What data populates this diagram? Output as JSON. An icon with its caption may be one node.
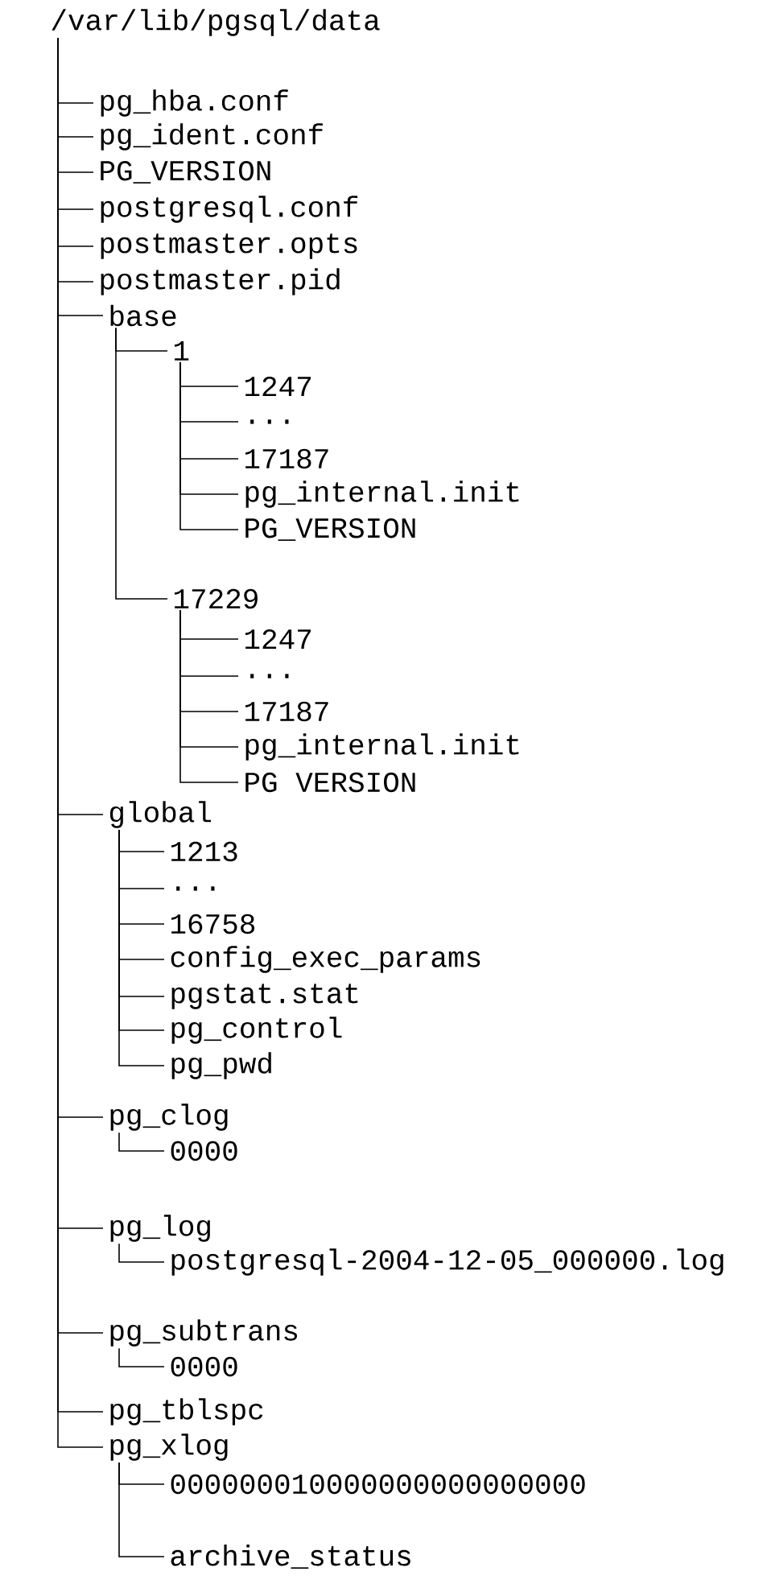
{
  "diagram": {
    "nodes": [
      {
        "text": [
          "/var/lib/pgsql/data"
        ]
      },
      {
        "text": [
          "pg_hba.conf"
        ]
      },
      {
        "text": [
          "pg_ident.conf"
        ]
      },
      {
        "text": [
          "PG_VERSION"
        ]
      },
      {
        "text": [
          "postgresql.conf"
        ]
      },
      {
        "text": [
          "postmaster.opts"
        ]
      },
      {
        "text": [
          "postmaster.pid"
        ]
      },
      {
        "text": [
          "base"
        ]
      },
      {
        "text": [
          "1"
        ]
      },
      {
        "text": [
          "1247"
        ]
      },
      {
        "text": [
          "..."
        ]
      },
      {
        "text": [
          "17187"
        ]
      },
      {
        "text": [
          "pg_internal.init"
        ]
      },
      {
        "text": [
          "PG_VERSION"
        ]
      },
      {
        "text": [
          "17229"
        ]
      },
      {
        "text": [
          "1247"
        ]
      },
      {
        "text": [
          "..."
        ]
      },
      {
        "text": [
          "17187"
        ]
      },
      {
        "text": [
          "pg_internal.init"
        ]
      },
      {
        "text": [
          "PG VERSION"
        ]
      },
      {
        "text": [
          "global"
        ]
      },
      {
        "text": [
          "1213"
        ]
      },
      {
        "text": [
          "..."
        ]
      },
      {
        "text": [
          "16758"
        ]
      },
      {
        "text": [
          "config_exec_params"
        ]
      },
      {
        "text": [
          "pgstat.stat"
        ]
      },
      {
        "text": [
          "pg_control"
        ]
      },
      {
        "text": [
          "pg_pwd"
        ]
      },
      {
        "text": [
          "pg_clog"
        ]
      },
      {
        "text": [
          "0000"
        ]
      },
      {
        "text": [
          "pg_log"
        ]
      },
      {
        "text": [
          "postgresql-2004-12-05_000000.log"
        ]
      },
      {
        "text": [
          "pg_subtrans"
        ]
      },
      {
        "text": [
          "0000"
        ]
      },
      {
        "text": [
          "pg_tblspc"
        ]
      },
      {
        "text": [
          "pg_xlog"
        ]
      },
      {
        "text": [
          "000000010000000000000000"
        ]
      },
      {
        "text": [
          "archive_status"
        ]
      }
    ],
    "edges": [
      {
        "from": 0,
        "to": 1,
        "arrow": "none"
      },
      {
        "from": 0,
        "to": 2,
        "arrow": "none"
      },
      {
        "from": 0,
        "to": 3,
        "arrow": "none"
      },
      {
        "from": 0,
        "to": 4,
        "arrow": "none"
      },
      {
        "from": 0,
        "to": 5,
        "arrow": "none"
      },
      {
        "from": 0,
        "to": 6,
        "arrow": "none"
      },
      {
        "from": 0,
        "to": 7,
        "arrow": "none"
      },
      {
        "from": 7,
        "to": 8,
        "arrow": "none"
      },
      {
        "from": 8,
        "to": 9,
        "arrow": "none"
      },
      {
        "from": 8,
        "to": 10,
        "arrow": "none"
      },
      {
        "from": 8,
        "to": 11,
        "arrow": "none"
      },
      {
        "from": 8,
        "to": 12,
        "arrow": "none"
      },
      {
        "from": 8,
        "to": 13,
        "arrow": "none"
      },
      {
        "from": 7,
        "to": 14,
        "arrow": "none"
      },
      {
        "from": 14,
        "to": 15,
        "arrow": "none"
      },
      {
        "from": 14,
        "to": 16,
        "arrow": "none"
      },
      {
        "from": 14,
        "to": 17,
        "arrow": "none"
      },
      {
        "from": 14,
        "to": 18,
        "arrow": "none"
      },
      {
        "from": 14,
        "to": 19,
        "arrow": "none"
      },
      {
        "from": 0,
        "to": 20,
        "arrow": "none"
      },
      {
        "from": 20,
        "to": 21,
        "arrow": "none"
      },
      {
        "from": 20,
        "to": 22,
        "arrow": "none"
      },
      {
        "from": 20,
        "to": 23,
        "arrow": "none"
      },
      {
        "from": 20,
        "to": 24,
        "arrow": "none"
      },
      {
        "from": 20,
        "to": 25,
        "arrow": "none"
      },
      {
        "from": 20,
        "to": 26,
        "arrow": "none"
      },
      {
        "from": 20,
        "to": 27,
        "arrow": "none"
      },
      {
        "from": 0,
        "to": 28,
        "arrow": "none"
      },
      {
        "from": 28,
        "to": 29,
        "arrow": "none"
      },
      {
        "from": 0,
        "to": 30,
        "arrow": "none"
      },
      {
        "from": 30,
        "to": 31,
        "arrow": "none"
      },
      {
        "from": 0,
        "to": 32,
        "arrow": "none"
      },
      {
        "from": 32,
        "to": 33,
        "arrow": "none"
      },
      {
        "from": 0,
        "to": 34,
        "arrow": "none"
      },
      {
        "from": 0,
        "to": 35,
        "arrow": "none"
      },
      {
        "from": 35,
        "to": 36,
        "arrow": "none"
      },
      {
        "from": 35,
        "to": 37,
        "arrow": "none"
      }
    ]
  }
}
